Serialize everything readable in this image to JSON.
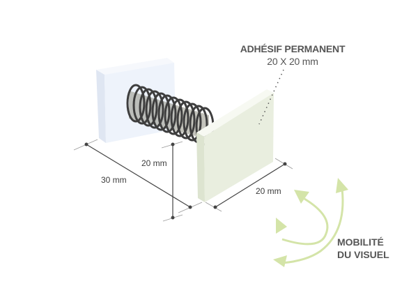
{
  "adhesive_label": {
    "line1": "ADHÉSIF PERMANENT",
    "line2": "20 X 20 mm"
  },
  "dimensions": {
    "length": "30 mm",
    "height": "20 mm",
    "width": "20 mm"
  },
  "mobility_label": {
    "line1": "MOBILITÉ",
    "line2": "DU VISUEL"
  },
  "colors": {
    "text": "#555555",
    "dim_line": "#444444",
    "arrow": "#d4e4a8",
    "plate_back": "#eef3fb",
    "plate_front": "#e9eedf",
    "spring": "#4a4a4a"
  }
}
